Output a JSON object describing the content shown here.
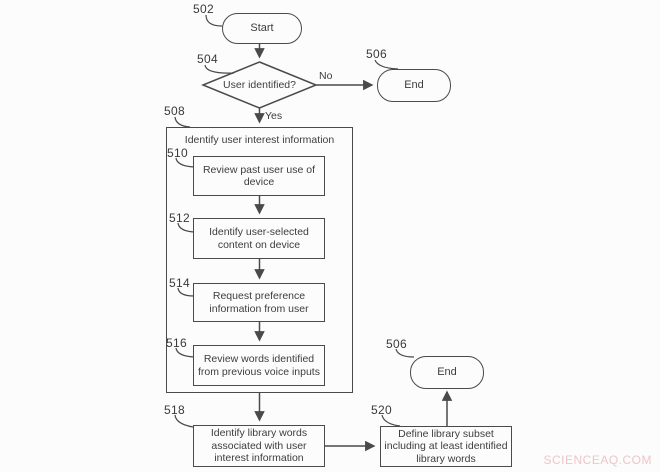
{
  "flow": {
    "start": {
      "ref": "502",
      "label": "Start"
    },
    "decision": {
      "ref": "504",
      "label": "User identified?",
      "no_label": "No",
      "yes_label": "Yes"
    },
    "end_top": {
      "ref": "506",
      "label": "End"
    },
    "end_bottom": {
      "ref": "506",
      "label": "End"
    },
    "group": {
      "ref": "508",
      "title": "Identify user interest information"
    },
    "steps": [
      {
        "ref": "510",
        "label": "Review past user use of\ndevice"
      },
      {
        "ref": "512",
        "label": "Identify user-selected\ncontent on device"
      },
      {
        "ref": "514",
        "label": "Request preference\ninformation from user"
      },
      {
        "ref": "516",
        "label": "Review words identified\nfrom previous voice inputs"
      },
      {
        "ref": "518",
        "label": "Identify library words\nassociated with user\ninterest information"
      },
      {
        "ref": "520",
        "label": "Define library subset\nincluding at least identified\nlibrary words"
      }
    ],
    "watermark": "SCIENCEAQ.COM"
  },
  "colors": {
    "line": "#4a4a4a",
    "text": "#3d3d3d",
    "watermark": "#eec6c6"
  }
}
